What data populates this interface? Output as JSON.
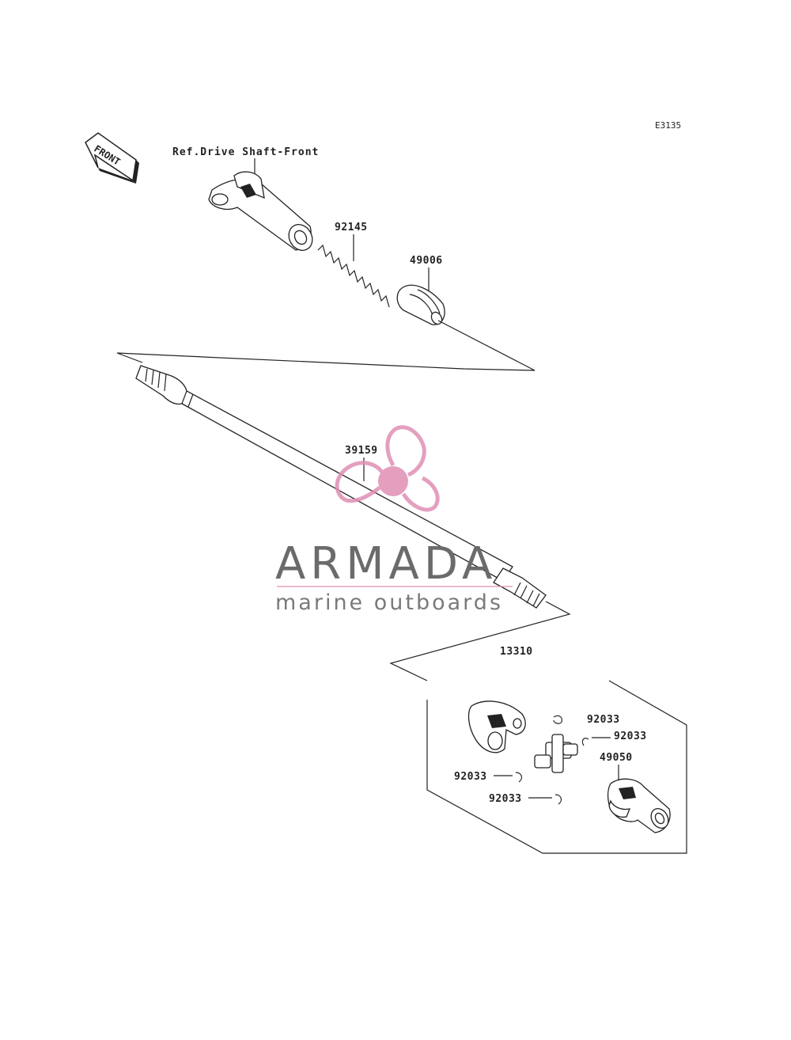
{
  "diagram": {
    "code": "E3135",
    "front_label": "FRONT",
    "reference_label": "Ref.Drive Shaft-Front",
    "parts": [
      {
        "id": "spring",
        "number": "92145"
      },
      {
        "id": "damper",
        "number": "49006"
      },
      {
        "id": "shaft",
        "number": "39159"
      },
      {
        "id": "joint-assembly",
        "number": "13310"
      },
      {
        "id": "snap-ring-a",
        "number": "92033"
      },
      {
        "id": "snap-ring-b",
        "number": "92033"
      },
      {
        "id": "snap-ring-c",
        "number": "92033"
      },
      {
        "id": "snap-ring-d",
        "number": "92033"
      },
      {
        "id": "yoke",
        "number": "49050"
      }
    ]
  },
  "watermark": {
    "brand": "ARMADA",
    "tagline": "marine outboards",
    "accent_color": "#e08fb4",
    "text_color": "#6b6b6b"
  }
}
